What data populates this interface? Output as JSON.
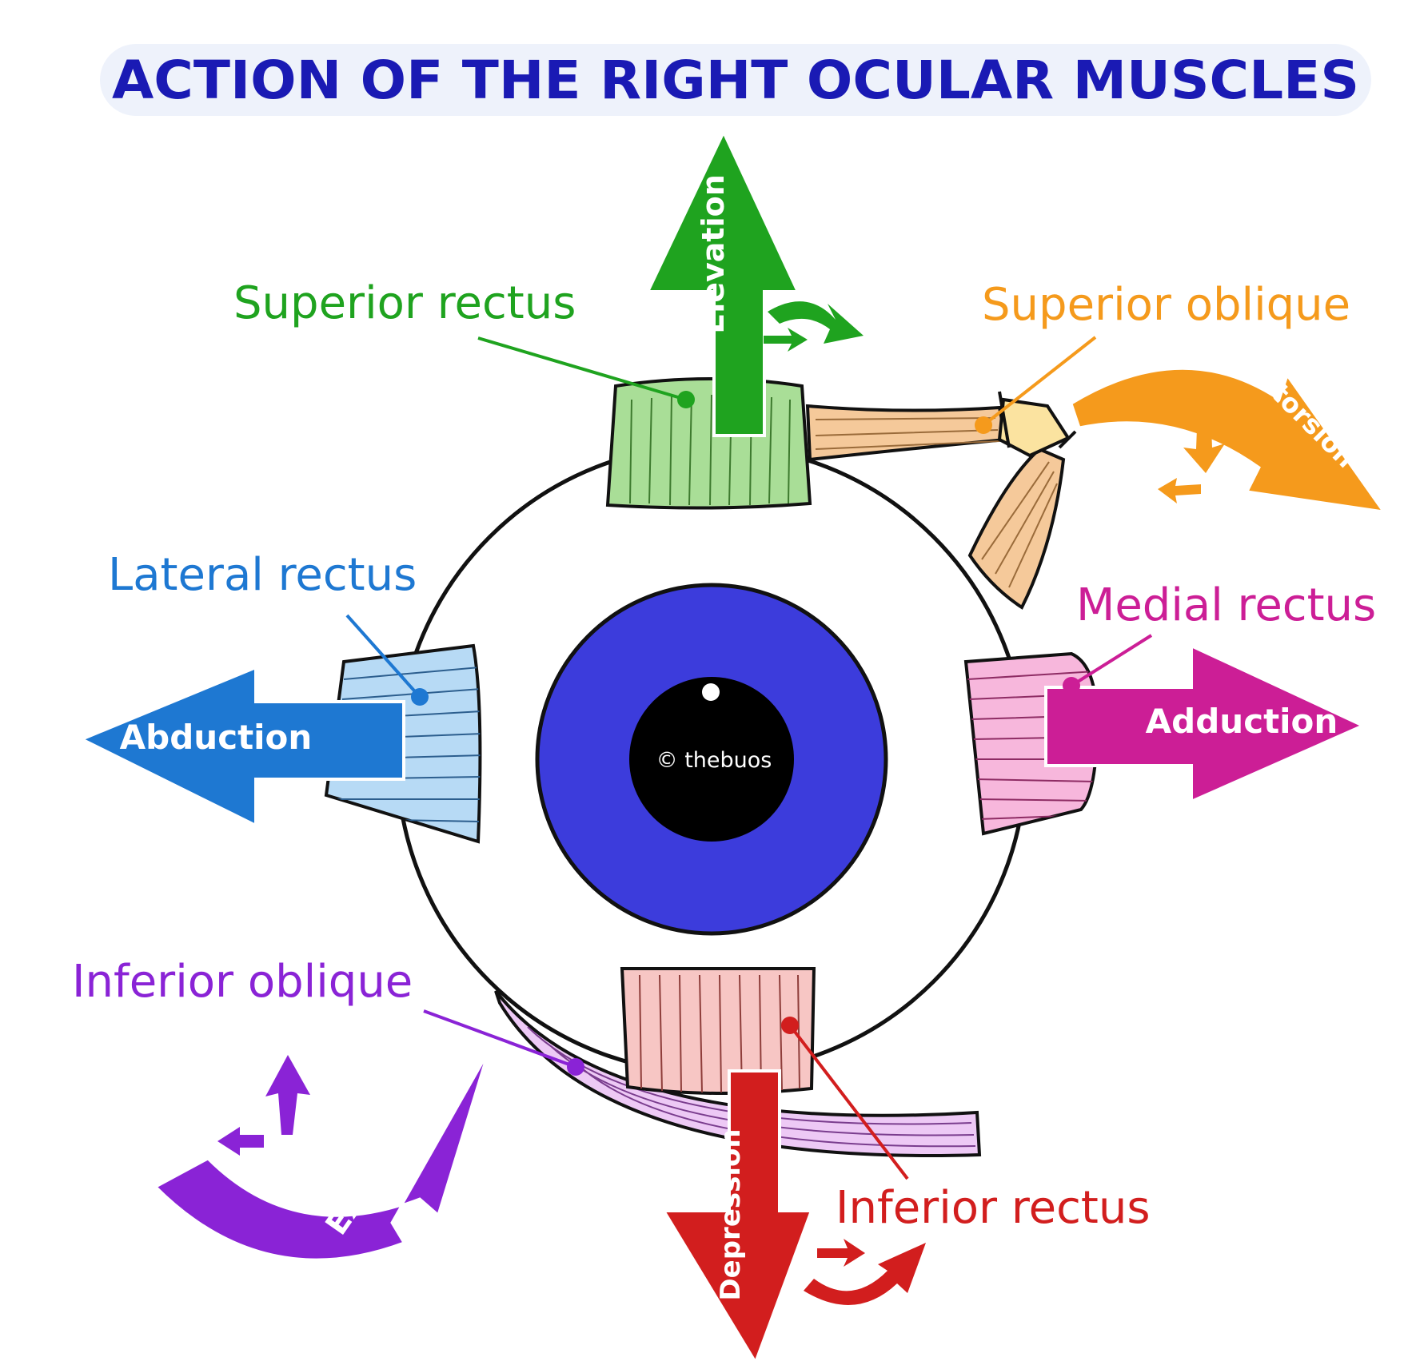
{
  "title": "ACTION OF THE RIGHT OCULAR MUSCLES",
  "watermark": "© thebuos",
  "colors": {
    "title": "#1a1ab4",
    "superior_rectus": "#1fa31f",
    "superior_oblique": "#f59a1c",
    "lateral_rectus": "#1e78d2",
    "medial_rectus": "#cc1e96",
    "inferior_oblique": "#8a23d6",
    "inferior_rectus": "#d21e1e",
    "iris": "#3c3cdc"
  },
  "muscles": {
    "superior_rectus": {
      "label": "Superior rectus",
      "action": "Elevation"
    },
    "superior_oblique": {
      "label": "Superior oblique",
      "action": "Intorsion"
    },
    "lateral_rectus": {
      "label": "Lateral rectus",
      "action": "Abduction"
    },
    "medial_rectus": {
      "label": "Medial rectus",
      "action": "Adduction"
    },
    "inferior_oblique": {
      "label": "Inferior oblique",
      "action": "Extorsion"
    },
    "inferior_rectus": {
      "label": "Inferior rectus",
      "action": "Depression"
    }
  }
}
